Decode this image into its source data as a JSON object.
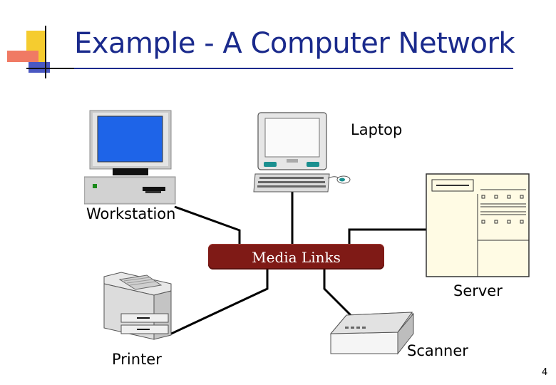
{
  "slide": {
    "title": "Example - A Computer Network",
    "page_number": "4"
  },
  "nodes": {
    "hub": "Media Links",
    "workstation": "Workstation",
    "laptop": "Laptop",
    "server": "Server",
    "printer": "Printer",
    "scanner": "Scanner"
  },
  "colors": {
    "title": "#1a2a8c",
    "hub_fill": "#7f1a16",
    "hub_text": "#ffffff",
    "title_rule": "#1a2a8c",
    "corner_accent": "#f5cc2f"
  },
  "icons": [
    "slide-corner-decoration",
    "desktop-computer-icon",
    "laptop-computer-icon",
    "server-icon",
    "printer-icon",
    "scanner-icon"
  ]
}
